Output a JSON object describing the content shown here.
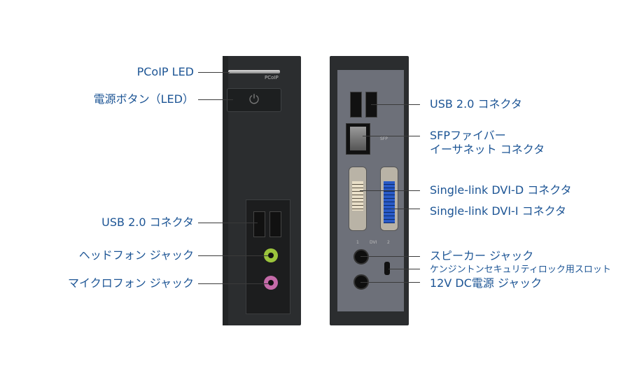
{
  "front_labels": {
    "pcoip_led": "PCoIP LED",
    "power_button": "電源ボタン（LED）",
    "usb": "USB 2.0 コネクタ",
    "headphone": "ヘッドフォン ジャック",
    "microphone": "マイクロフォン ジャック"
  },
  "rear_labels": {
    "usb": "USB 2.0 コネクタ",
    "sfp_line1": "SFPファイバー",
    "sfp_line2": "イーサネット コネクタ",
    "dvi_d": "Single-link DVI-D コネクタ",
    "dvi_i": "Single-link DVI-I コネクタ",
    "speaker": "スピーカー ジャック",
    "kensington": "ケンジントンセキュリティロック用スロット",
    "dc": "12V DC電源 ジャック"
  },
  "device_markings": {
    "pcoip": "PCoIP",
    "sfp": "SFP",
    "dvi": "DVI",
    "dvi_1": "1",
    "dvi_2": "2"
  },
  "colors": {
    "label": "#1d5595",
    "headphone": "#9bc43c",
    "microphone": "#c46aa8",
    "dvi_i": "#2a5bc7"
  }
}
